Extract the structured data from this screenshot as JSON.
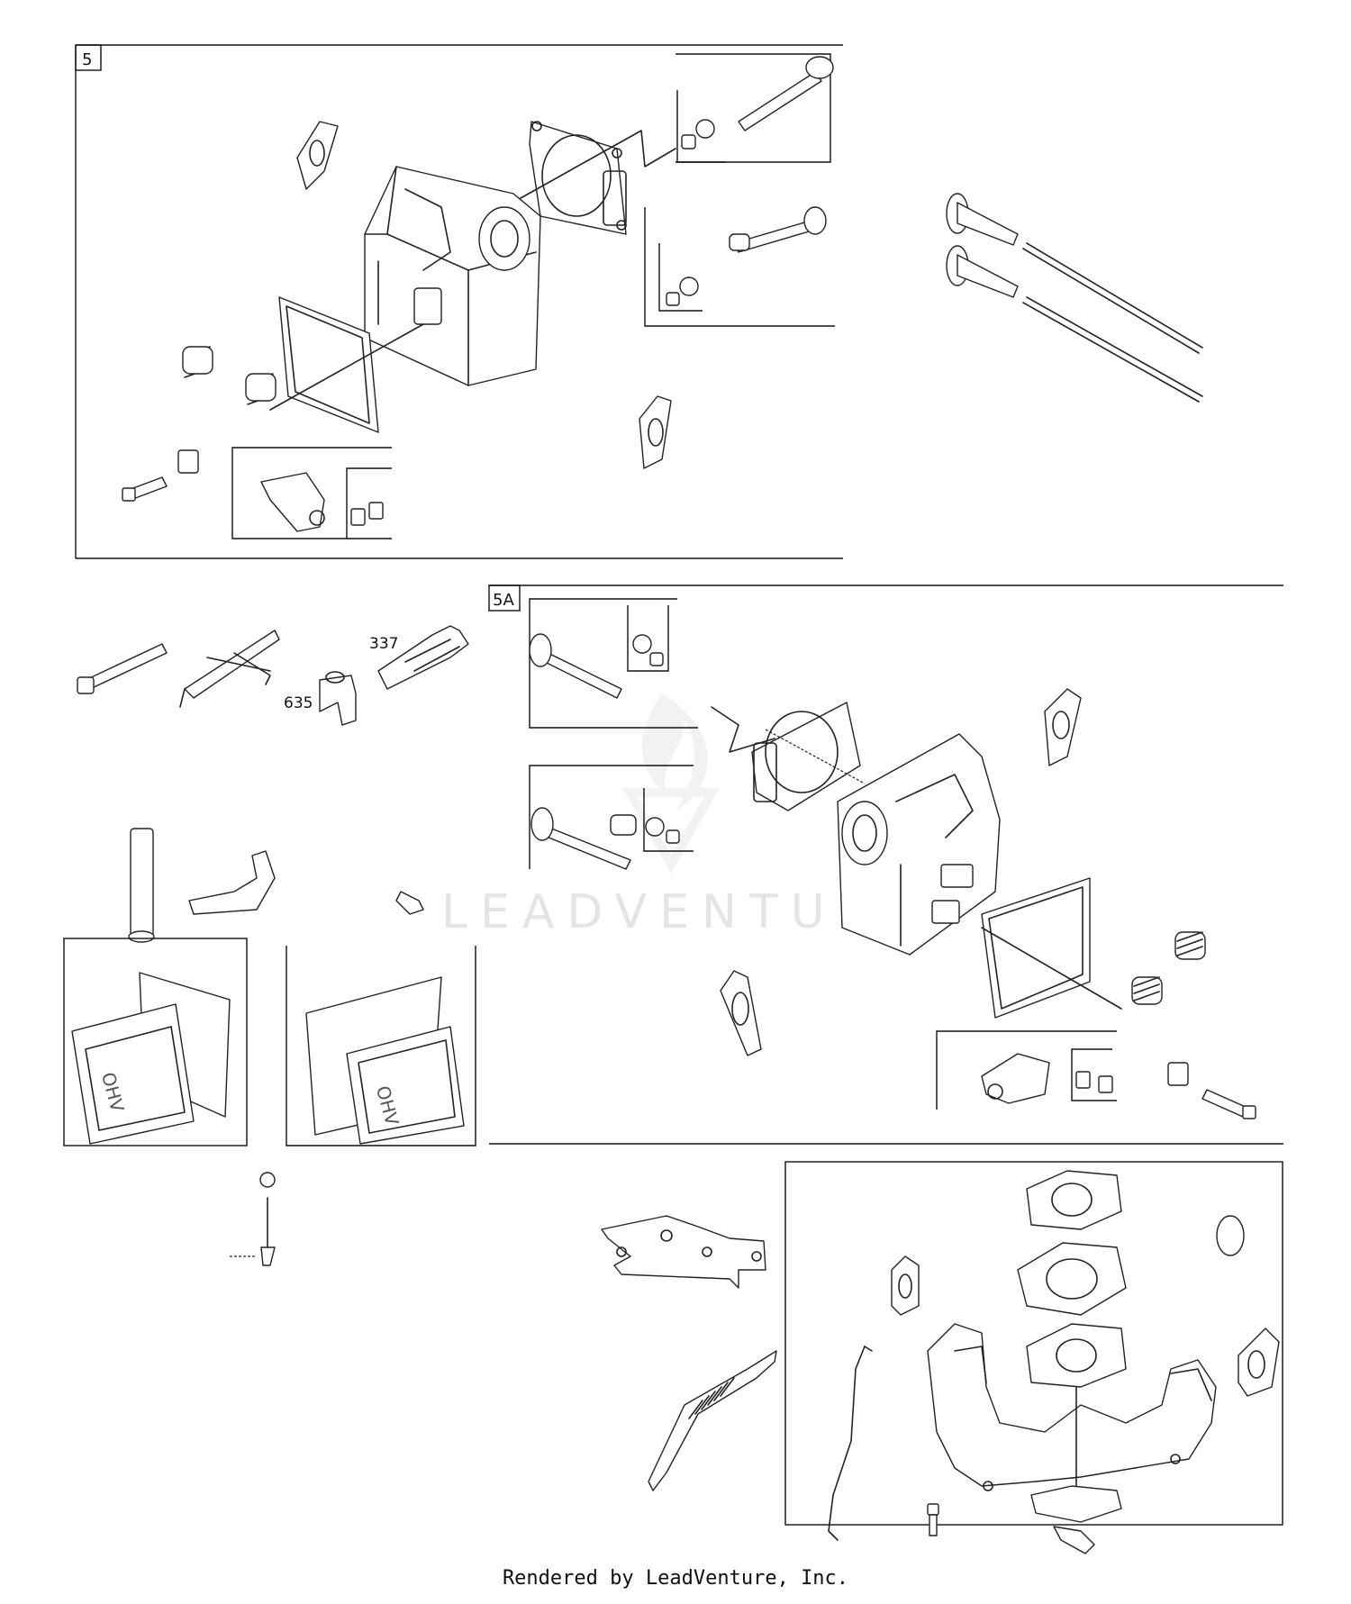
{
  "sections": {
    "section_5": "5",
    "section_5a": "5A"
  },
  "callouts": {
    "spark_plug": "337",
    "plug_boot": "635"
  },
  "watermark": "LEADVENTURE",
  "footer": "Rendered by LeadVenture, Inc."
}
